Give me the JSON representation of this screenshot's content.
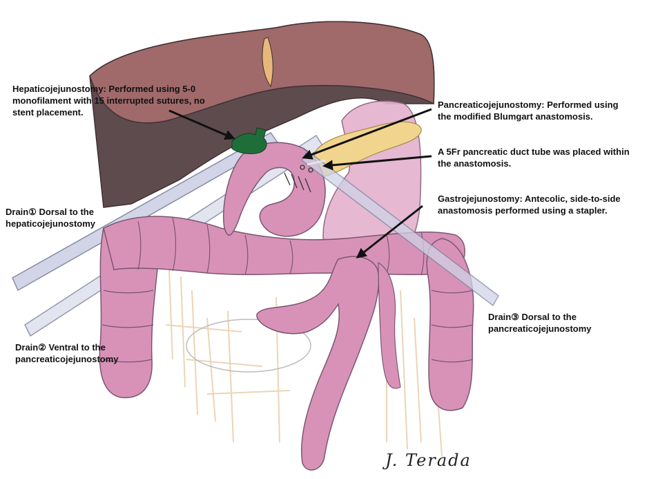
{
  "labels": {
    "hepaticojejunostomy": "Hepaticojejunostomy: Performed using 5-0\nmonofilament with 15 interrupted sutures, no\nstent placement.",
    "pancreaticojejunostomy": "Pancreaticojejunostomy: Performed using\nthe modified Blumgart anastomosis.",
    "duct_tube": "A 5Fr pancreatic duct tube was placed within\nthe anastomosis.",
    "gastrojejunostomy": "Gastrojejunostomy: Antecolic, side-to-side\nanastomosis performed using a stapler.",
    "drain1": "Drain① Dorsal to the\nhepaticojejunostomy",
    "drain2": "Drain② Ventral to the\npancreaticojejunostomy",
    "drain3": "Drain③ Dorsal to the\npancreaticojejunostomy"
  },
  "signature": "J. Terada",
  "colors": {
    "liver_upper": "#a0696a",
    "liver_lower": "#5e4b4e",
    "gallbladder_fissure": "#e8b87a",
    "bowel": "#d892b8",
    "bowel_outline": "#7a5570",
    "stomach": "#e4b2cf",
    "pancreas": "#f1d48d",
    "bile_duct": "#1f6e3a",
    "drain": "#cfd3e6",
    "drain_outline": "#7f85a0",
    "background_strokes": "#e9c9a6"
  }
}
